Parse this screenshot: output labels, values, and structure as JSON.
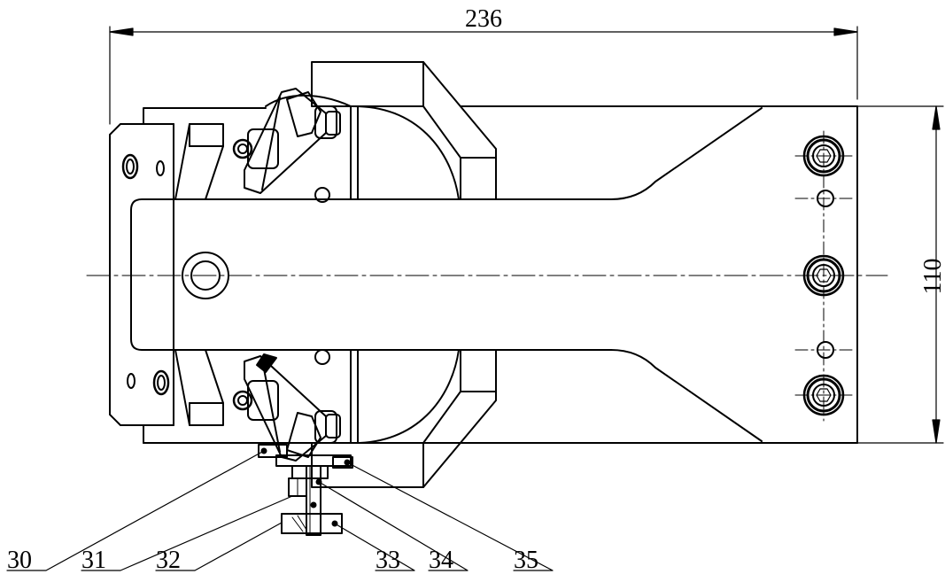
{
  "drawing": {
    "dimensions": {
      "overall_length": "236",
      "overall_height": "110"
    },
    "callouts": [
      {
        "id": "30",
        "label": "30"
      },
      {
        "id": "31",
        "label": "31"
      },
      {
        "id": "32",
        "label": "32"
      },
      {
        "id": "33",
        "label": "33"
      },
      {
        "id": "34",
        "label": "34"
      },
      {
        "id": "35",
        "label": "35"
      }
    ],
    "colors": {
      "line": "#000000",
      "background": "#ffffff"
    }
  }
}
